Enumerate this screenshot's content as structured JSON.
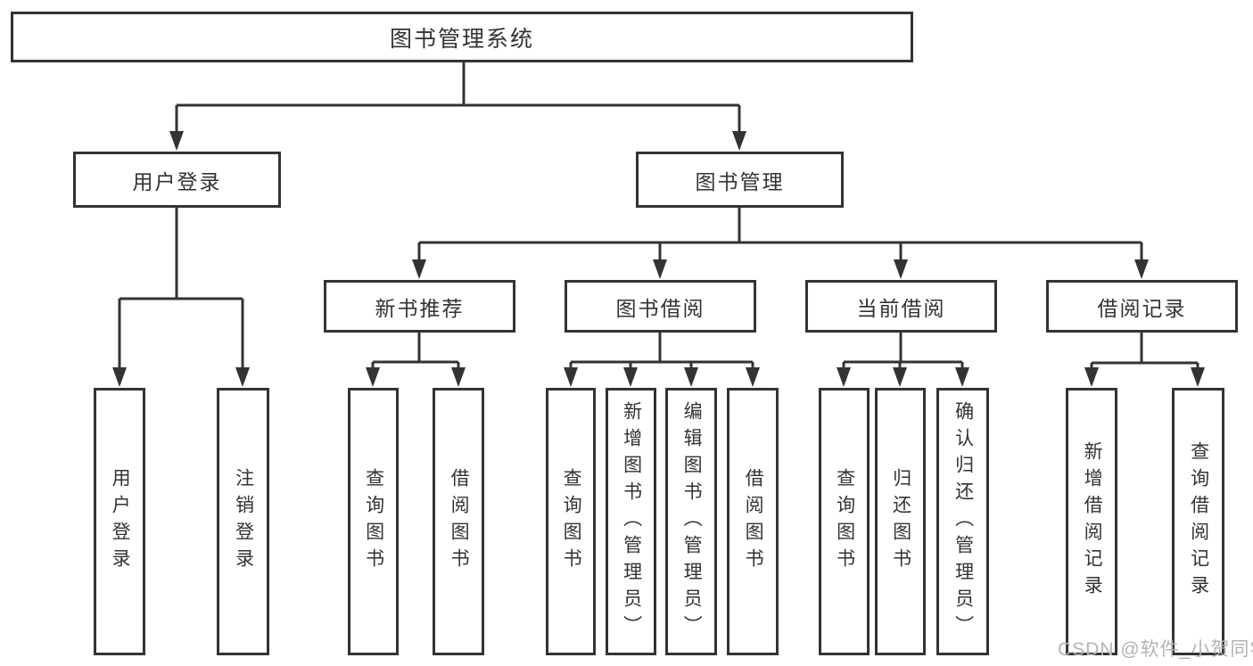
{
  "tree": {
    "root": "图书管理系统",
    "branches": [
      {
        "label": "用户登录",
        "children": [
          "用户登录",
          "注销登录"
        ]
      },
      {
        "label": "图书管理",
        "sections": [
          {
            "label": "新书推荐",
            "children": [
              "查询图书",
              "借阅图书"
            ]
          },
          {
            "label": "图书借阅",
            "children": [
              "查询图书",
              "新增图书（管理员）",
              "编辑图书（管理员）",
              "借阅图书"
            ]
          },
          {
            "label": "当前借阅",
            "children": [
              "查询图书",
              "归还图书",
              "确认归还（管理员）"
            ]
          },
          {
            "label": "借阅记录",
            "children": [
              "新增借阅记录",
              "查询借阅记录"
            ]
          }
        ]
      }
    ]
  },
  "watermark": {
    "text": "CSDN @软件_小贺同学"
  },
  "colors": {
    "line": "#333333",
    "text": "#333333",
    "box_background": "#ffffff",
    "page_background": "#ffffff",
    "watermark": "#b3b3b3"
  }
}
